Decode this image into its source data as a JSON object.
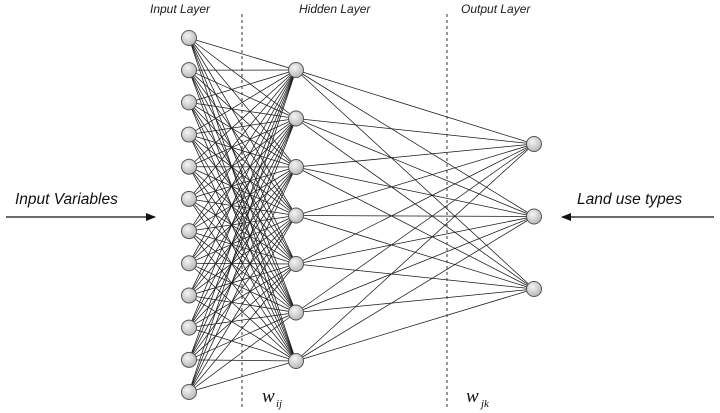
{
  "layers": {
    "input": {
      "label": "Input Layer",
      "node_count": 12
    },
    "hidden": {
      "label": "Hidden Layer",
      "node_count": 7
    },
    "output": {
      "label": "Output Layer",
      "node_count": 3
    }
  },
  "side_labels": {
    "left": "Input Variables",
    "right": "Land use types"
  },
  "weights": {
    "input_hidden": {
      "symbol": "w",
      "subscript": "ij"
    },
    "hidden_output": {
      "symbol": "w",
      "subscript": "jk"
    }
  },
  "colors": {
    "edge": "#1a1a1a",
    "node_fill": "#d6d6d6",
    "node_stroke": "#555555",
    "divider": "#333333"
  }
}
